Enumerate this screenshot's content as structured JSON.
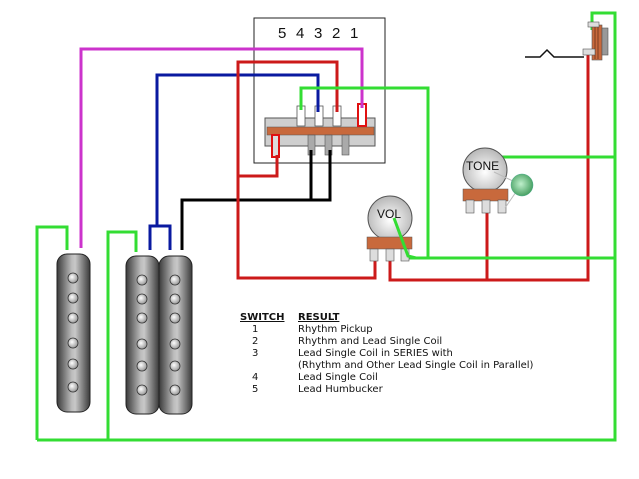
{
  "switch": {
    "position_labels": [
      "5",
      "4",
      "3",
      "2",
      "1"
    ]
  },
  "pots": {
    "volume_label": "VOL",
    "tone_label": "TONE"
  },
  "legend": {
    "header_switch": "SWITCH",
    "header_result": "RESULT",
    "rows": [
      {
        "position": "1",
        "result": "Rhythm Pickup"
      },
      {
        "position": "2",
        "result": "Rhythm and Lead Single Coil"
      },
      {
        "position": "3",
        "result": "Lead Single Coil in SERIES with"
      },
      {
        "position": "",
        "result": "(Rhythm and Other Lead Single Coil in Parallel)"
      },
      {
        "position": "4",
        "result": "Lead Single Coil"
      },
      {
        "position": "5",
        "result": "Lead Humbucker"
      }
    ]
  },
  "colors": {
    "ground_wire": "#33dd33",
    "hot_wire": "#cc1a1a",
    "magenta_wire": "#cc33cc",
    "blue_wire": "#0a1aa0",
    "black_wire": "#000000",
    "pot_base": "#c8693c",
    "capacitor": "#55bb77"
  }
}
